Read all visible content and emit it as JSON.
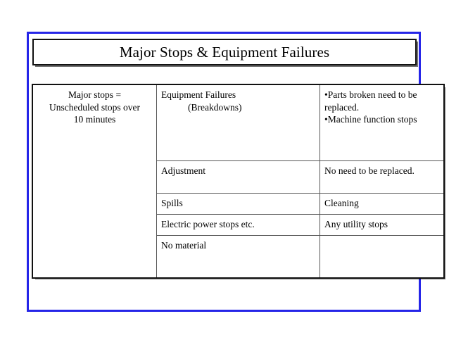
{
  "slide": {
    "title": "Major Stops & Equipment Failures",
    "accent_blue": "#2525E8",
    "highlight_yellow": "#E9F0AE",
    "border_black": "#111111"
  },
  "definition": {
    "line1": "Major stops =",
    "line2": "Unscheduled stops over",
    "line3": "10 minutes"
  },
  "table": {
    "rows": [
      {
        "highlighted": true,
        "cause": "Equipment Failures",
        "cause_sub": "(Breakdowns)",
        "effect_bullets": [
          "•Parts broken need to be replaced.",
          "•Machine function stops"
        ],
        "effect": ""
      },
      {
        "highlighted": false,
        "cause": "Adjustment",
        "cause_sub": "",
        "effect_bullets": [],
        "effect": "No need to be replaced."
      },
      {
        "highlighted": false,
        "cause": "Spills",
        "cause_sub": "",
        "effect_bullets": [],
        "effect": "Cleaning"
      },
      {
        "highlighted": false,
        "cause": "Electric power stops etc.",
        "cause_sub": "",
        "effect_bullets": [],
        "effect": "Any utility stops"
      },
      {
        "highlighted": false,
        "cause": "No material",
        "cause_sub": "",
        "effect_bullets": [],
        "effect": ""
      }
    ]
  }
}
